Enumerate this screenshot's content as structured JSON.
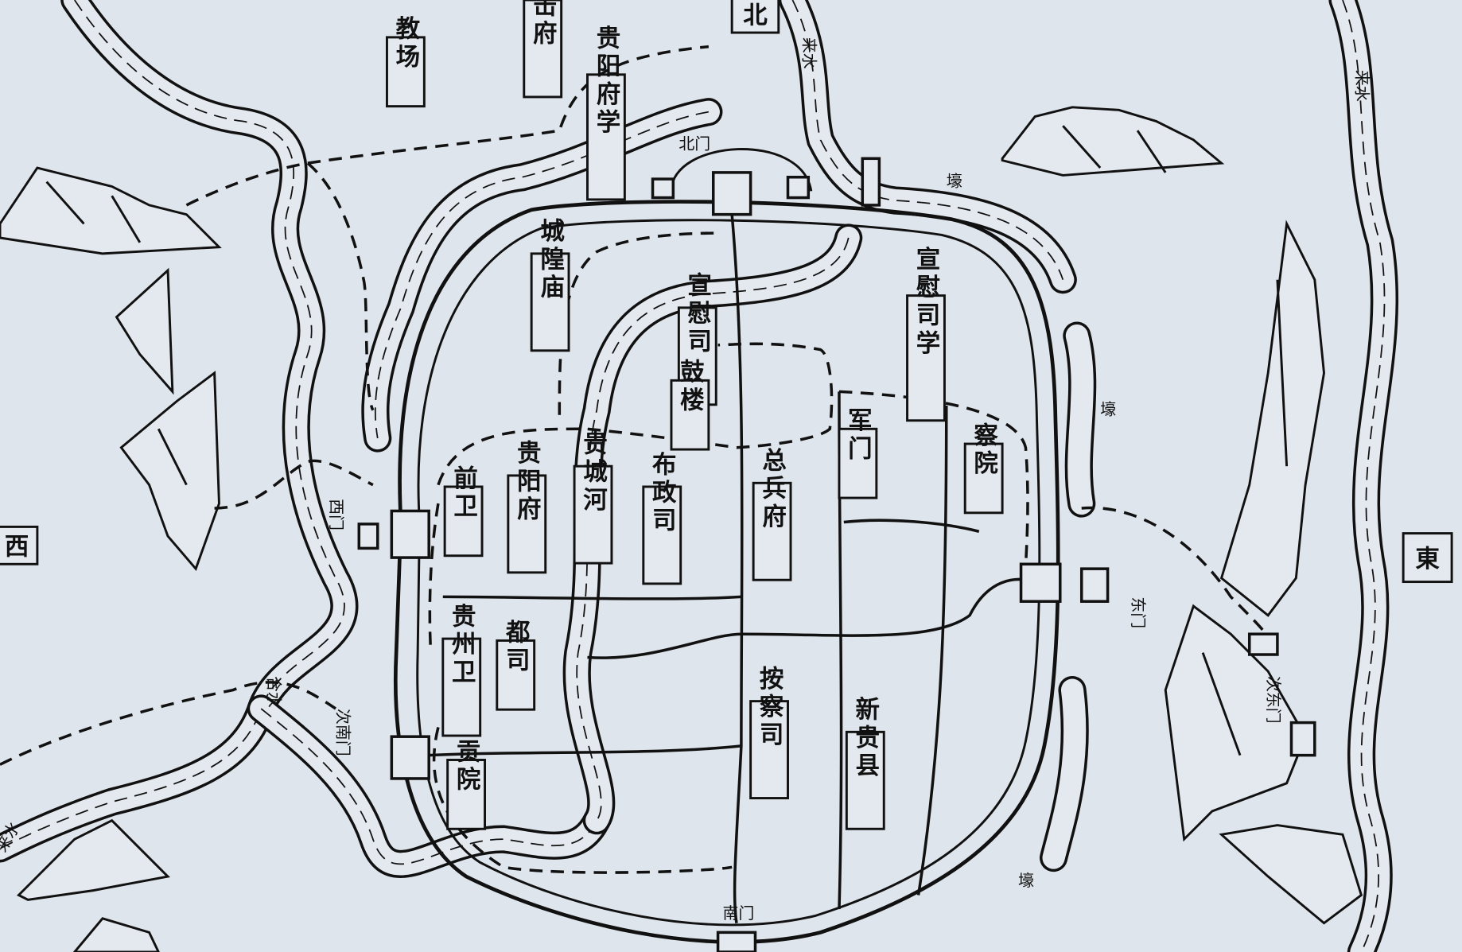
{
  "title": "贵阳古城图",
  "directions": {
    "north": "北",
    "east": "東",
    "west": "西"
  },
  "labels": {
    "jiaochang": "教场",
    "youjifu": "遊击府",
    "guiyangfuxue": "贵阳府学",
    "chenghuangmiao": "城隍庙",
    "xuanweisi": "宣慰司",
    "xuanweisixue": "宣慰司学",
    "gulou": "鼓楼",
    "junmen": "军门",
    "chayuan": "察院",
    "guichenghe": "贵城河",
    "qianwei": "前卫",
    "guiyangfu": "贵阳府",
    "buzhengsi": "布政司",
    "zongbingfu": "总兵府",
    "guizhouwei": "贵州卫",
    "dusi": "都司",
    "anchasi": "按察司",
    "xinguixian": "新贵县",
    "gongyuan": "贡院"
  },
  "gates": {
    "north": "北门",
    "south": "南门",
    "west": "西门",
    "east": "东门",
    "second_south": "次南门",
    "second_east": "次东门"
  },
  "water": {
    "laishui_n": "来水",
    "laishui_sw": "来水",
    "laishui_e": "来水",
    "heshui": "合水"
  },
  "moat": {
    "n": "壕",
    "e": "壕",
    "s": "壕"
  }
}
